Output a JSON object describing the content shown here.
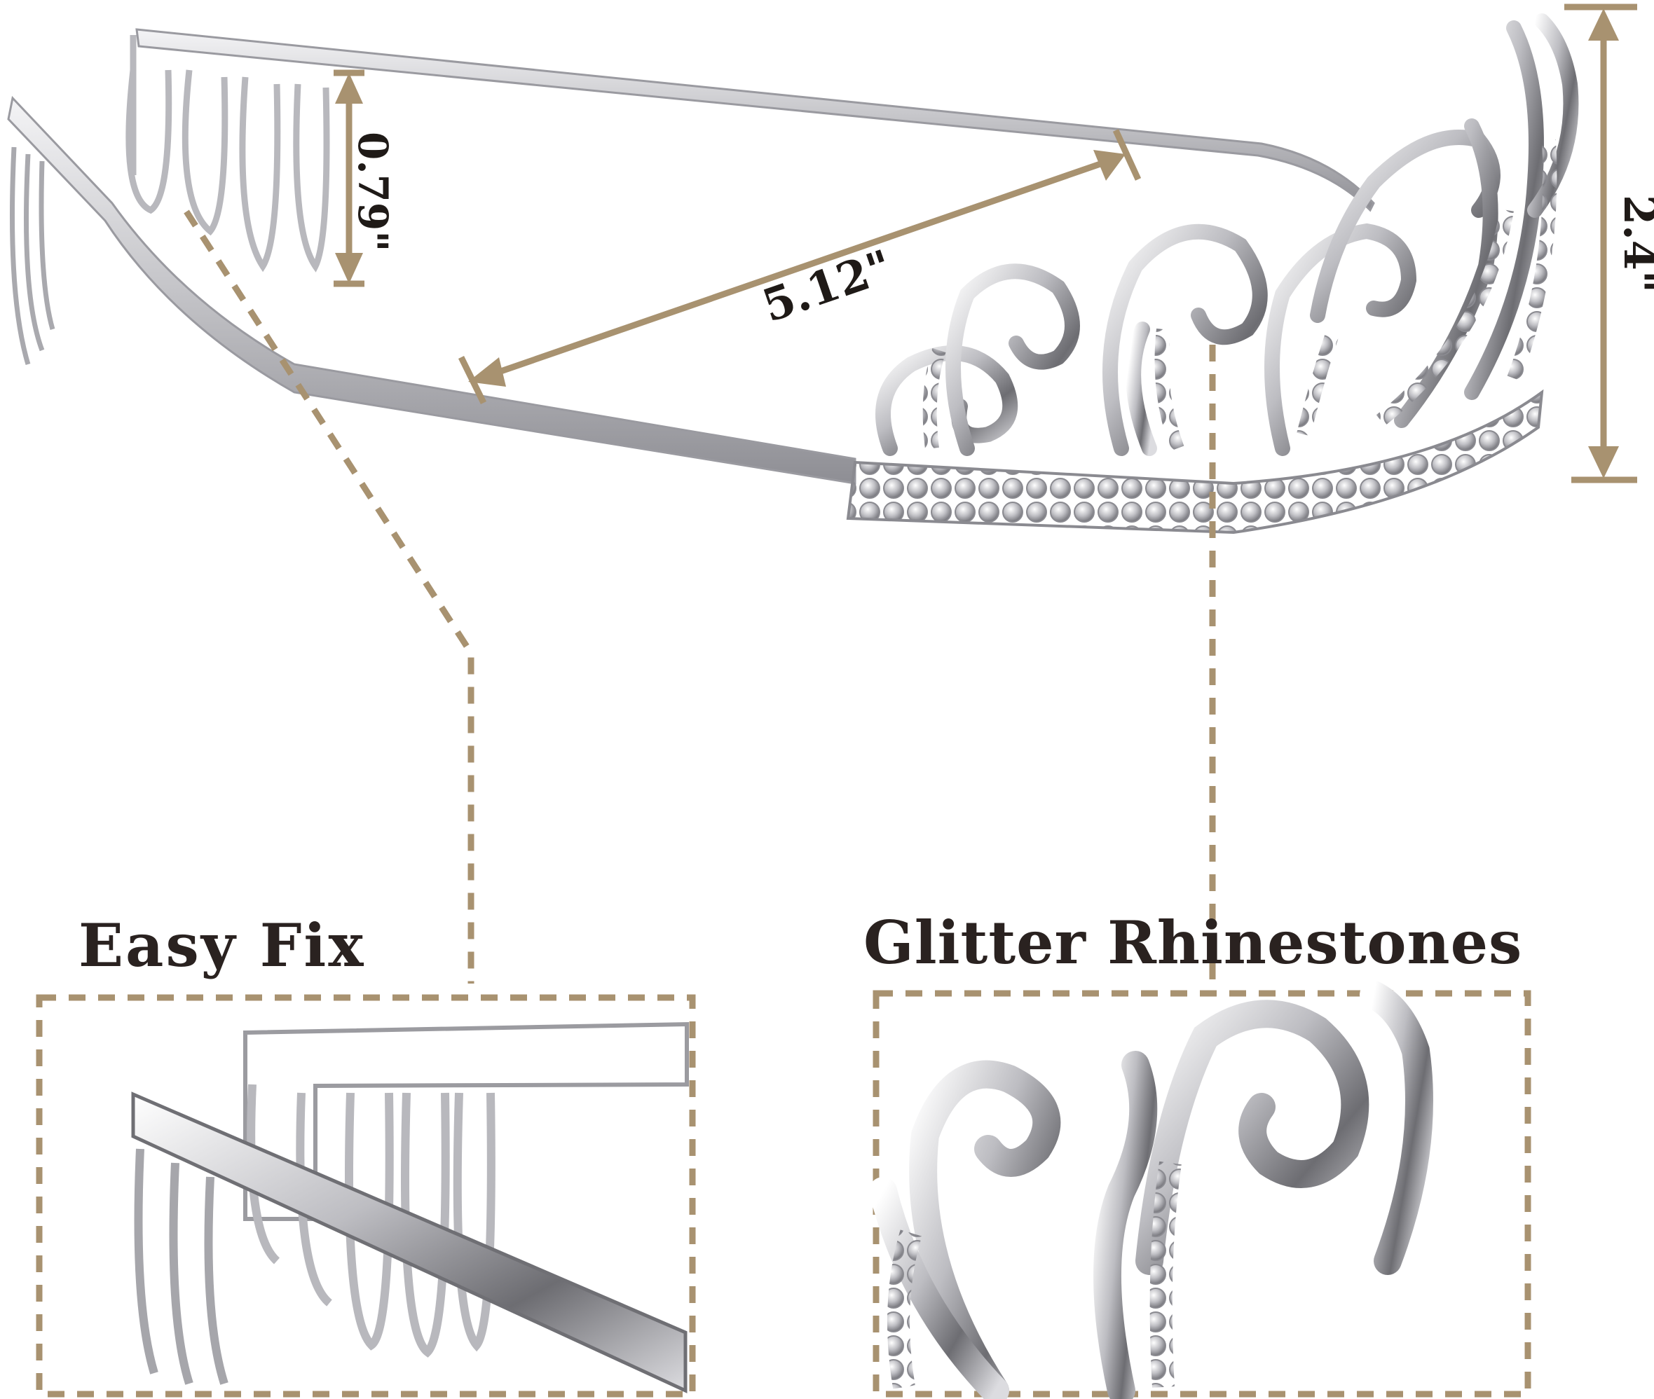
{
  "dimensions": {
    "comb_height": "0.79\"",
    "band_span": "5.12\"",
    "tiara_height": "2.4\""
  },
  "callouts": {
    "left_title": "Easy Fix",
    "right_title": "Glitter Rhinestones"
  },
  "colors": {
    "accent": "#a89270",
    "silver": "#c9c9cc",
    "text": "#2a2220"
  }
}
